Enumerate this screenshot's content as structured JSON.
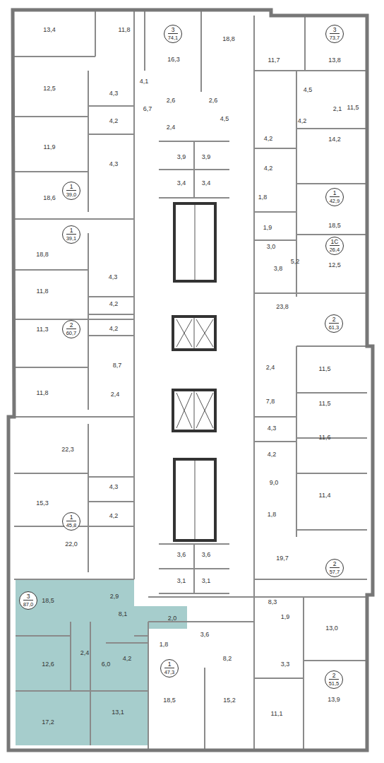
{
  "diagram": {
    "nodes": [
      {
        "text": [
          "3",
          "74,1"
        ]
      },
      {
        "text": [
          "3",
          "73,7"
        ]
      },
      {
        "text": [
          "1",
          "39,0"
        ]
      },
      {
        "text": [
          "1",
          "42,9"
        ]
      },
      {
        "text": [
          "1",
          "39,1"
        ]
      },
      {
        "text": [
          "1С",
          "26,4"
        ]
      },
      {
        "text": [
          "2",
          "61,3"
        ]
      },
      {
        "text": [
          "2",
          "60,7"
        ]
      },
      {
        "text": [
          "1",
          "45,8"
        ]
      },
      {
        "text": [
          "2",
          "57,7"
        ]
      },
      {
        "text": [
          "3",
          "87,0"
        ]
      },
      {
        "text": [
          "1",
          "47,3"
        ]
      },
      {
        "text": [
          "2",
          "51,5"
        ]
      }
    ],
    "labels": [
      "13,4",
      "11,8",
      "16,3",
      "18,8",
      "11,7",
      "13,8",
      "4,1",
      "12,5",
      "4,3",
      "2,6",
      "2,6",
      "6,7",
      "4,5",
      "2,1",
      "11,5",
      "4,2",
      "2,4",
      "4,5",
      "4,2",
      "4,2",
      "14,2",
      "11,9",
      "3,9",
      "3,9",
      "4,3",
      "4,2",
      "3,4",
      "3,4",
      "18,6",
      "1,8",
      "18,5",
      "1,9",
      "3,0",
      "18,8",
      "5,2",
      "12,5",
      "3,8",
      "4,3",
      "11,8",
      "4,2",
      "23,8",
      "4,2",
      "11,3",
      "8,7",
      "2,4",
      "11,5",
      "11,8",
      "2,4",
      "7,8",
      "11,5",
      "4,3",
      "11,6",
      "22,3",
      "4,2",
      "9,0",
      "4,3",
      "11,4",
      "15,3",
      "1,8",
      "4,2",
      "22,0",
      "3,6",
      "3,6",
      "19,7",
      "3,1",
      "3,1",
      "2,9",
      "18,5",
      "8,3",
      "8,1",
      "2,0",
      "1,9",
      "13,0",
      "3,6",
      "1,8",
      "2,4",
      "4,2",
      "8,2",
      "12,6",
      "6,0",
      "3,3",
      "18,5",
      "15,2",
      "13,9",
      "13,1",
      "11,1",
      "17,2"
    ]
  }
}
